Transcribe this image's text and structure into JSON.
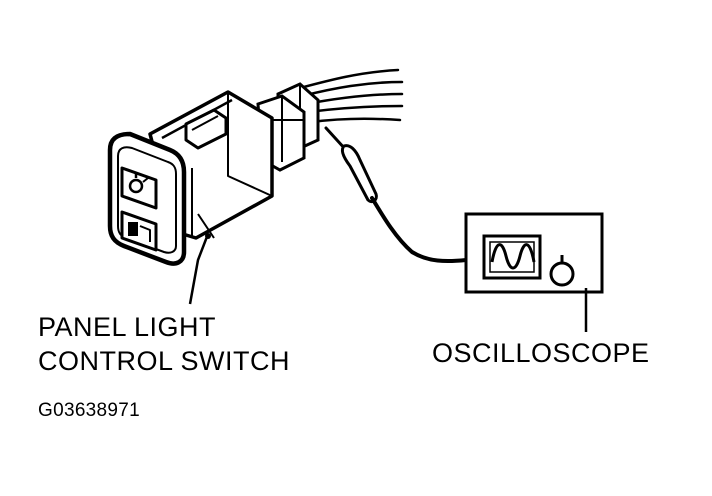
{
  "labels": {
    "switch_line1": "PANEL LIGHT",
    "switch_line2": "CONTROL SWITCH",
    "oscilloscope": "OSCILLOSCOPE",
    "figure_code": "G03638971"
  },
  "colors": {
    "ink": "#000000",
    "paper": "#ffffff"
  }
}
